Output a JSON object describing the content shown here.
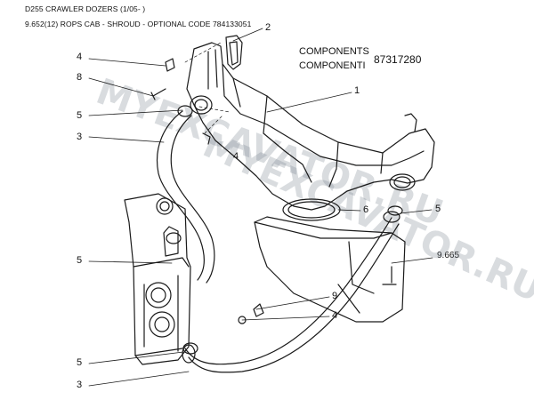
{
  "header": {
    "line1": "D255 CRAWLER DOZERS (1/05- )",
    "line2": "9.652(12) ROPS CAB - SHROUD - OPTIONAL CODE 784133051"
  },
  "components": {
    "label_en": "COMPONENTS",
    "label_it": "COMPONENTI",
    "code": "87317280"
  },
  "reference": "9.665",
  "callouts": [
    "4",
    "8",
    "5",
    "3",
    "2",
    "1",
    "4",
    "6",
    "5",
    "5",
    "9",
    "4",
    "5",
    "3"
  ],
  "watermark": "MYEXCAVATOR.RU",
  "colors": {
    "line": "#1a1a1a",
    "watermark": "#8c96a0"
  }
}
